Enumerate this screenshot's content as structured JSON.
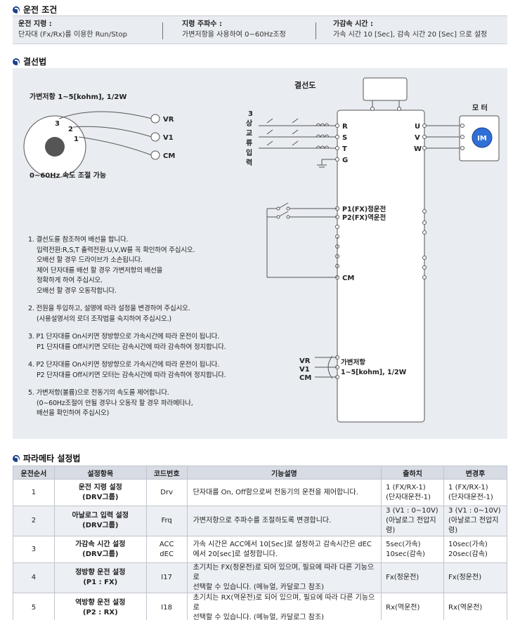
{
  "sections": {
    "conditions_title": "운전 조건",
    "wiring_title": "결선법",
    "params_title": "파라메타 설정법"
  },
  "conditions": [
    {
      "label": "운전 지령 :",
      "value": "단자대 (Fx/Rx)를 이용한 Run/Stop"
    },
    {
      "label": "지령 주파수 :",
      "value": "가변저항을 사용하여 0∼60Hz조정"
    },
    {
      "label": "가감속 시간 :",
      "value": "가속 시간 10 [Sec], 감속 시간 20 [Sec] 으로 설정"
    }
  ],
  "diagram": {
    "title": "결선도",
    "pot_label": "가변저항 1∼5[kohm], 1/2W",
    "pot_numbers": [
      "3",
      "2",
      "1"
    ],
    "pot_terminals": [
      "VR",
      "V1",
      "CM"
    ],
    "speed_label": "0∼60Hz 속도 조절 가능",
    "input_label_chars": [
      "3",
      "상",
      "교",
      "류",
      "입",
      "력"
    ],
    "input_terminals": [
      "R",
      "S",
      "T",
      "G"
    ],
    "output_terminals": [
      "U",
      "V",
      "W"
    ],
    "motor_label": "모 터",
    "motor_badge": "IM",
    "p1_label": "P1(FX)정운전",
    "p2_label": "P2(FX)역운전",
    "cm_label": "CM",
    "vr_labels": [
      "VR",
      "V1",
      "CM"
    ],
    "vr_desc_1": "가변저항",
    "vr_desc_2": "1∼5[kohm], 1/2W"
  },
  "instructions": [
    "1. 결선도를 참조하여 배선을 합니다.",
    "입력전원:R,S,T 출력전원:U,V,W를 꼭 확인하여 주십시오.",
    "오배선 할 경우 드라이브가 소손됩니다.",
    "제어 단자대를 배선 할 경우 가변저항의 배선을",
    "정확하게 하여 주십시오.",
    "오배선 할 경우 오동작합니다.",
    "2. 전원을 투입하고, 설명에 따라 설정을 변경하여 주십시오.",
    "(사용설명서의 로더 조작법을 숙지하여 주십시오.)",
    "3. P1 단자대를 On시키면 정방향으로 가속시간에 따라 운전이 됩니다.",
    "P1 단자대를 Off시키면 모터는 감속시간에 따라 감속하여 정지합니다.",
    "4. P2 단자대를 On시키면 정방향으로 가속시간에 따라 운전이 됩니다.",
    "P2 단자대를 Off시키면 모터는 감속시간에 따라 감속하여 정지합니다.",
    "5. 가변저항(볼륨)으로 전동기의 속도를 제어합니다.",
    "(0∼60Hz조절이 안될 경우나 오동작 할 경우 파라메타나,",
    "배선을 확인하여 주십시오)"
  ],
  "table": {
    "headers": [
      "운전순서",
      "설정항목",
      "코드번호",
      "기능설명",
      "출하치",
      "변경후"
    ],
    "rows": [
      {
        "step": "1",
        "item1": "운전 지령 설정",
        "item2": "(DRV그룹)",
        "code1": "Drv",
        "code2": "",
        "desc1": "단자대를 On, Off함으로써 전동기의 운전을 제어합니다.",
        "desc2": "",
        "fac1": "1 (FX/RX-1)",
        "fac2": "(단자대운전-1)",
        "new1": "1 (FX/RX-1)",
        "new2": "(단자대운전-1)"
      },
      {
        "step": "2",
        "item1": "아날로그 입력 설정",
        "item2": "(DRV그룹)",
        "code1": "Frq",
        "code2": "",
        "desc1": "가변저항으로 주파수를 조절하도록 변경합니다.",
        "desc2": "",
        "fac1": "3 (V1 : 0∼10V)",
        "fac2": "(아날로그 전압지령)",
        "new1": "3 (V1 : 0∼10V)",
        "new2": "(아날로그 전압지령)"
      },
      {
        "step": "3",
        "item1": "가감속 시간 설정",
        "item2": "(DRV그룹)",
        "code1": "ACC",
        "code2": "dEC",
        "desc1": "가속 시간은 ACC에서 10[Sec]로 설정하고 감속시간은 dEC",
        "desc2": "에서 20[sec]로 설정합니다.",
        "fac1": "5sec(가속)",
        "fac2": "10sec(감속)",
        "new1": "10sec(가속)",
        "new2": "20sec(감속)"
      },
      {
        "step": "4",
        "item1": "정방향 운전 설정",
        "item2": "(P1 : FX)",
        "code1": "I17",
        "code2": "",
        "desc1": "초기치는 FX(정운전)로 되어 있으며, 필요에 따라 다른 기능으로",
        "desc2": "선택할 수 있습니다. (메뉴얼, 카달로그 참조)",
        "fac1": "Fx(정운전)",
        "fac2": "",
        "new1": "Fx(정운전)",
        "new2": ""
      },
      {
        "step": "5",
        "item1": "역방향 운전 설정",
        "item2": "(P2 : RX)",
        "code1": "I18",
        "code2": "",
        "desc1": "초기치는 RX(역운전)로 되어 있으며, 필요에 따라 다른 기능으로",
        "desc2": "선택할 수 있습니다. (메뉴얼, 카달로그 참조)",
        "fac1": "Rx(역운전)",
        "fac2": "",
        "new1": "Rx(역운전)",
        "new2": ""
      }
    ]
  },
  "colors": {
    "accent": "#1d3f8c",
    "panel": "#e9ecf1",
    "motor_badge": "#2f6fd6"
  }
}
